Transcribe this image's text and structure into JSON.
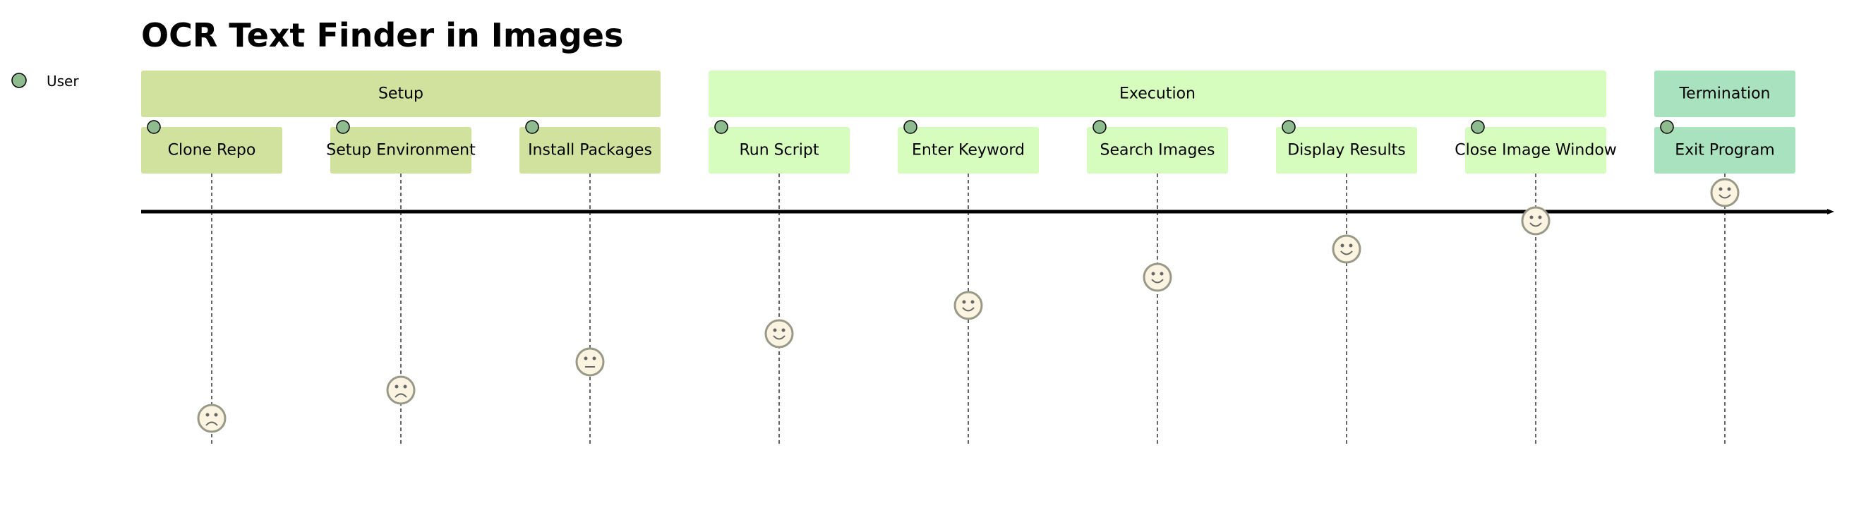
{
  "title": "OCR Text Finder in Images",
  "actors": [
    {
      "name": "User",
      "color": "#8fbc8f"
    }
  ],
  "colors": {
    "setup_fill": "#d1e29f",
    "execution_fill": "#d6fcbe",
    "termination_fill": "#a8e2be",
    "face_fill": "#fbf4e1",
    "face_stroke": "#999988",
    "axis": "#000000"
  },
  "sections": [
    {
      "name": "Setup",
      "color": "#d1e29f",
      "tasks": [
        {
          "name": "Clone Repo",
          "score": 1
        },
        {
          "name": "Setup Environment",
          "score": 2
        },
        {
          "name": "Install Packages",
          "score": 3
        }
      ]
    },
    {
      "name": "Execution",
      "color": "#d6fcbe",
      "tasks": [
        {
          "name": "Run Script",
          "score": 4
        },
        {
          "name": "Enter Keyword",
          "score": 5
        },
        {
          "name": "Search Images",
          "score": 6
        },
        {
          "name": "Display Results",
          "score": 7
        },
        {
          "name": "Close Image Window",
          "score": 8
        }
      ]
    },
    {
      "name": "Termination",
      "color": "#a8e2be",
      "tasks": [
        {
          "name": "Exit Program",
          "score": 9
        }
      ]
    }
  ]
}
